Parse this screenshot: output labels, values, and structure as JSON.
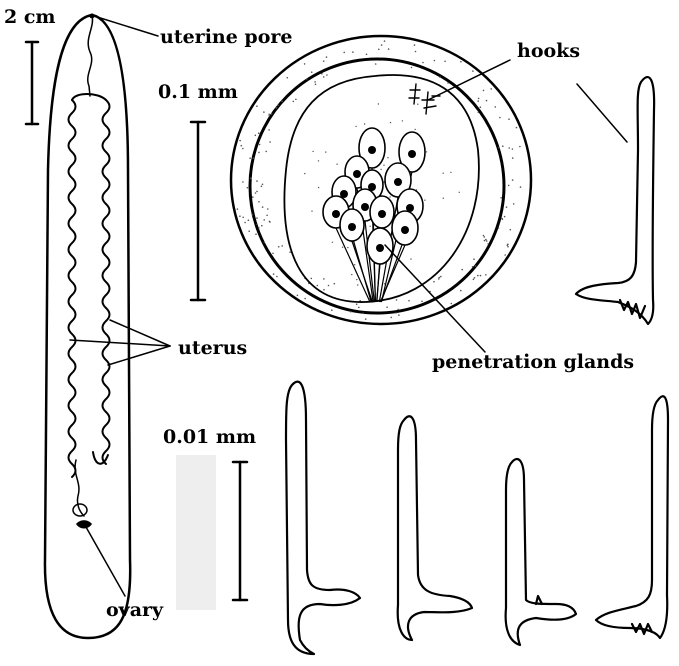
{
  "labels": {
    "scale_2cm": "2 cm",
    "uterine_pore": "uterine pore",
    "scale_01mm": "0.1 mm",
    "hooks": "hooks",
    "uterus": "uterus",
    "penetration_glands": "penetration glands",
    "scale_001mm": "0.01 mm",
    "ovary": "ovary"
  },
  "colors": {
    "ink": "#000000",
    "stipple": "#555555",
    "shadow_strip": "#eeeeee"
  }
}
